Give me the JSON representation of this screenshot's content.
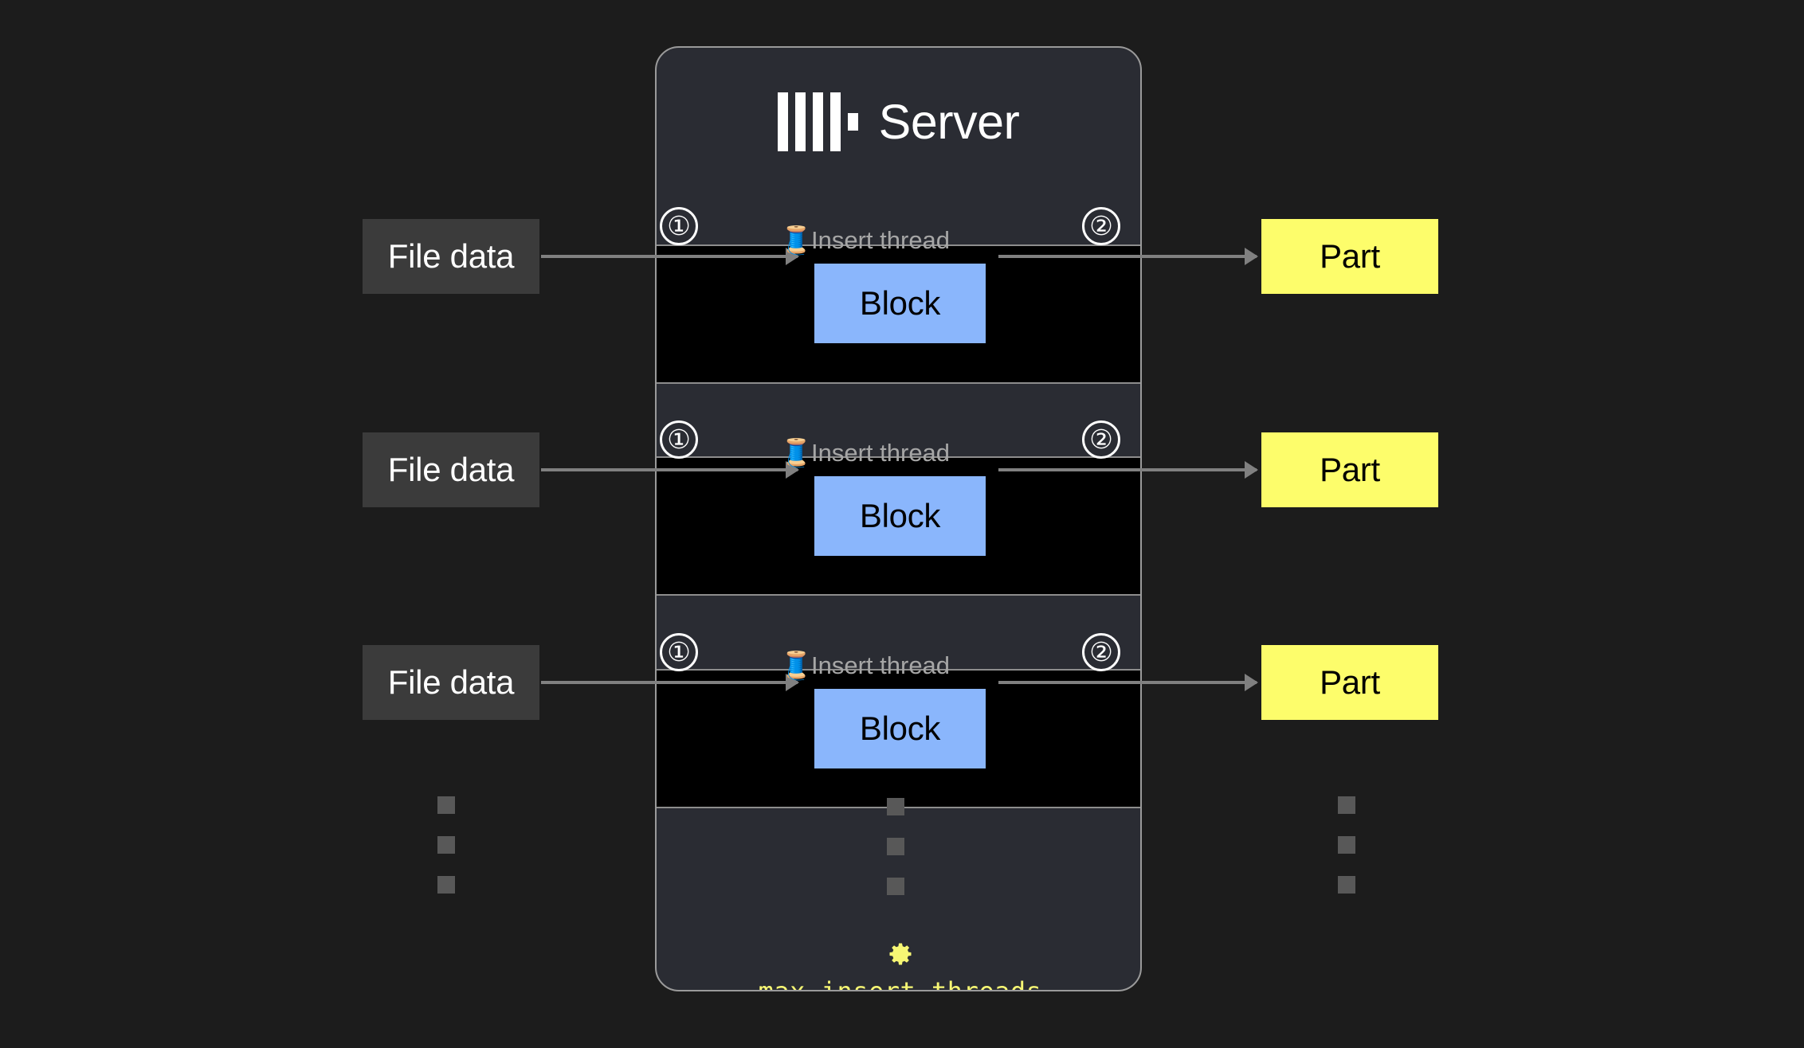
{
  "server": {
    "title": "Server",
    "logo_icon": "clickhouse-logo-icon",
    "bars": 4
  },
  "lanes": [
    {
      "thread_icon": "thread-spool-icon",
      "thread_label": "Insert thread",
      "step_in": "①",
      "step_out": "②",
      "input_label": "File data",
      "block_label": "Block",
      "output_label": "Part"
    },
    {
      "thread_icon": "thread-spool-icon",
      "thread_label": "Insert thread",
      "step_in": "①",
      "step_out": "②",
      "input_label": "File data",
      "block_label": "Block",
      "output_label": "Part"
    },
    {
      "thread_icon": "thread-spool-icon",
      "thread_label": "Insert thread",
      "step_in": "①",
      "step_out": "②",
      "input_label": "File data",
      "block_label": "Block",
      "output_label": "Part"
    }
  ],
  "setting": {
    "icon": "gear-icon",
    "name": "max_insert_threads"
  },
  "ellipsis": {
    "glyph": "▪",
    "count": 3
  },
  "colors": {
    "page_background": "#1c1c1c",
    "card_background": "#2a2c33",
    "card_border": "#9a9a9a",
    "lane_background": "#000000",
    "lane_border": "#8d8d8d",
    "block_fill": "#8ab6fc",
    "part_fill": "#fdfd6b",
    "file_fill": "#3b3b3b",
    "arrow": "#808080",
    "thread_label_text": "#a6a6a6",
    "setting_text": "#f7f774",
    "dot": "#585858"
  }
}
